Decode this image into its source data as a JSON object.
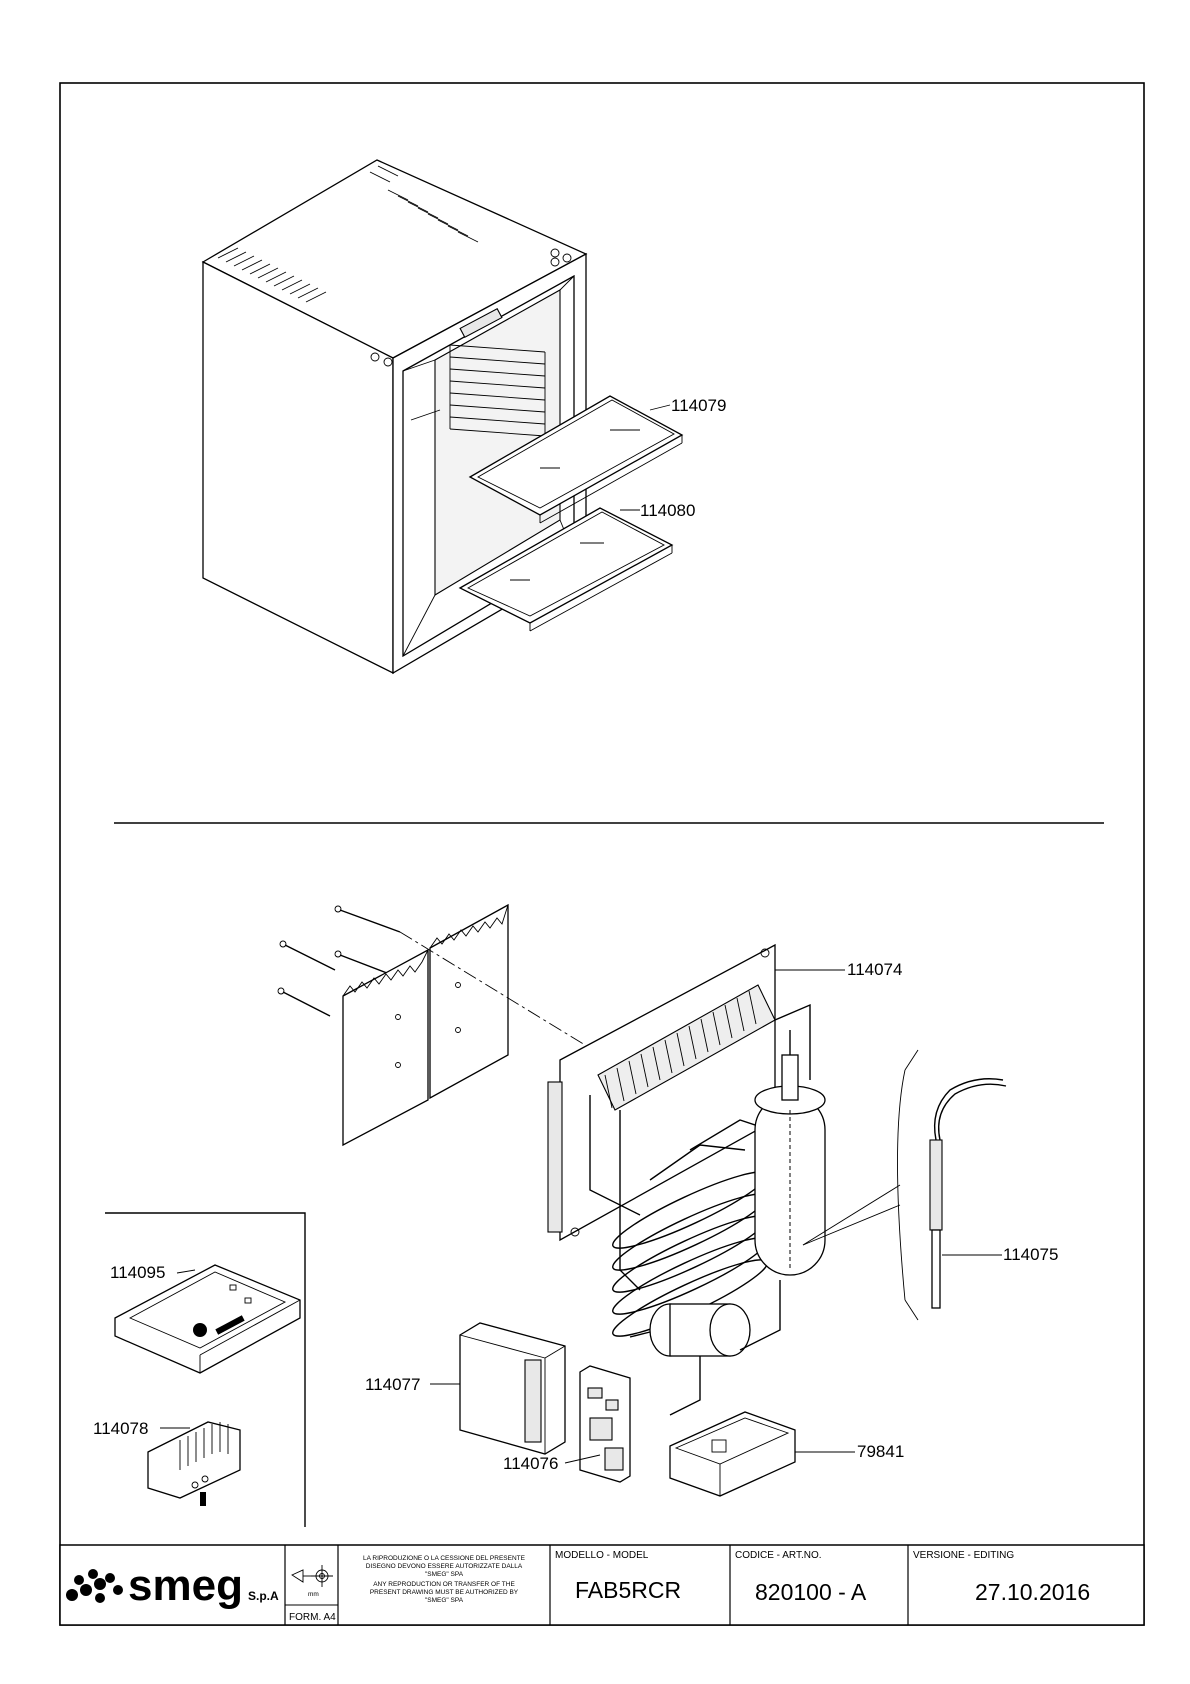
{
  "parts": {
    "p114079": "114079",
    "p114080": "114080",
    "p114074": "114074",
    "p114075": "114075",
    "p114095": "114095",
    "p114078": "114078",
    "p114077": "114077",
    "p114076": "114076",
    "p79841": "79841"
  },
  "title_block": {
    "brand": "smeg",
    "brand_suffix": "S.p.A",
    "format": "FORM. A4",
    "unit": "mm",
    "notice_it_1": "LA RIPRODUZIONE O LA CESSIONE DEL PRESENTE",
    "notice_it_2": "DISEGNO DEVONO ESSERE AUTORIZZATE DALLA",
    "notice_it_3": "\"SMEG\" SPA",
    "notice_en_1": "ANY REPRODUCTION OR TRANSFER OF THE",
    "notice_en_2": "PRESENT DRAWING MUST BE AUTHORIZED BY",
    "notice_en_3": "\"SMEG\" SPA",
    "model_label": "MODELLO - MODEL",
    "model_value": "FAB5RCR",
    "code_label": "CODICE - ART.NO.",
    "code_value": "820100 - A",
    "version_label": "VERSIONE - EDITING",
    "version_value": "27.10.2016"
  }
}
